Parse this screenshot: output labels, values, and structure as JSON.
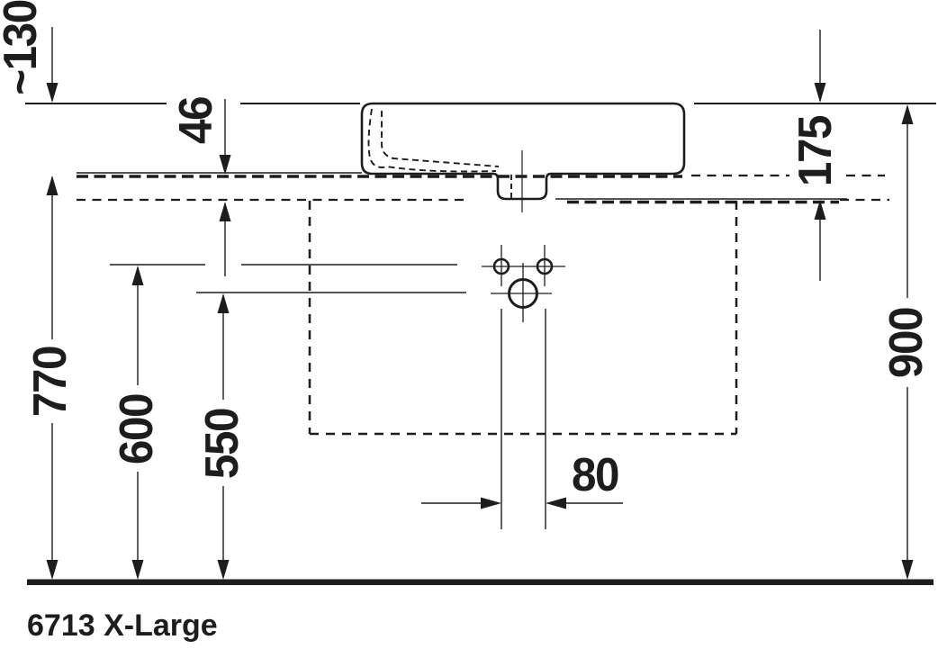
{
  "drawing": {
    "model_label": "6713 X-Large",
    "dimensions": {
      "d130": "~130",
      "d46": "46",
      "d175": "175",
      "d900": "900",
      "d770": "770",
      "d600": "600",
      "d550": "550",
      "d80": "80"
    }
  }
}
